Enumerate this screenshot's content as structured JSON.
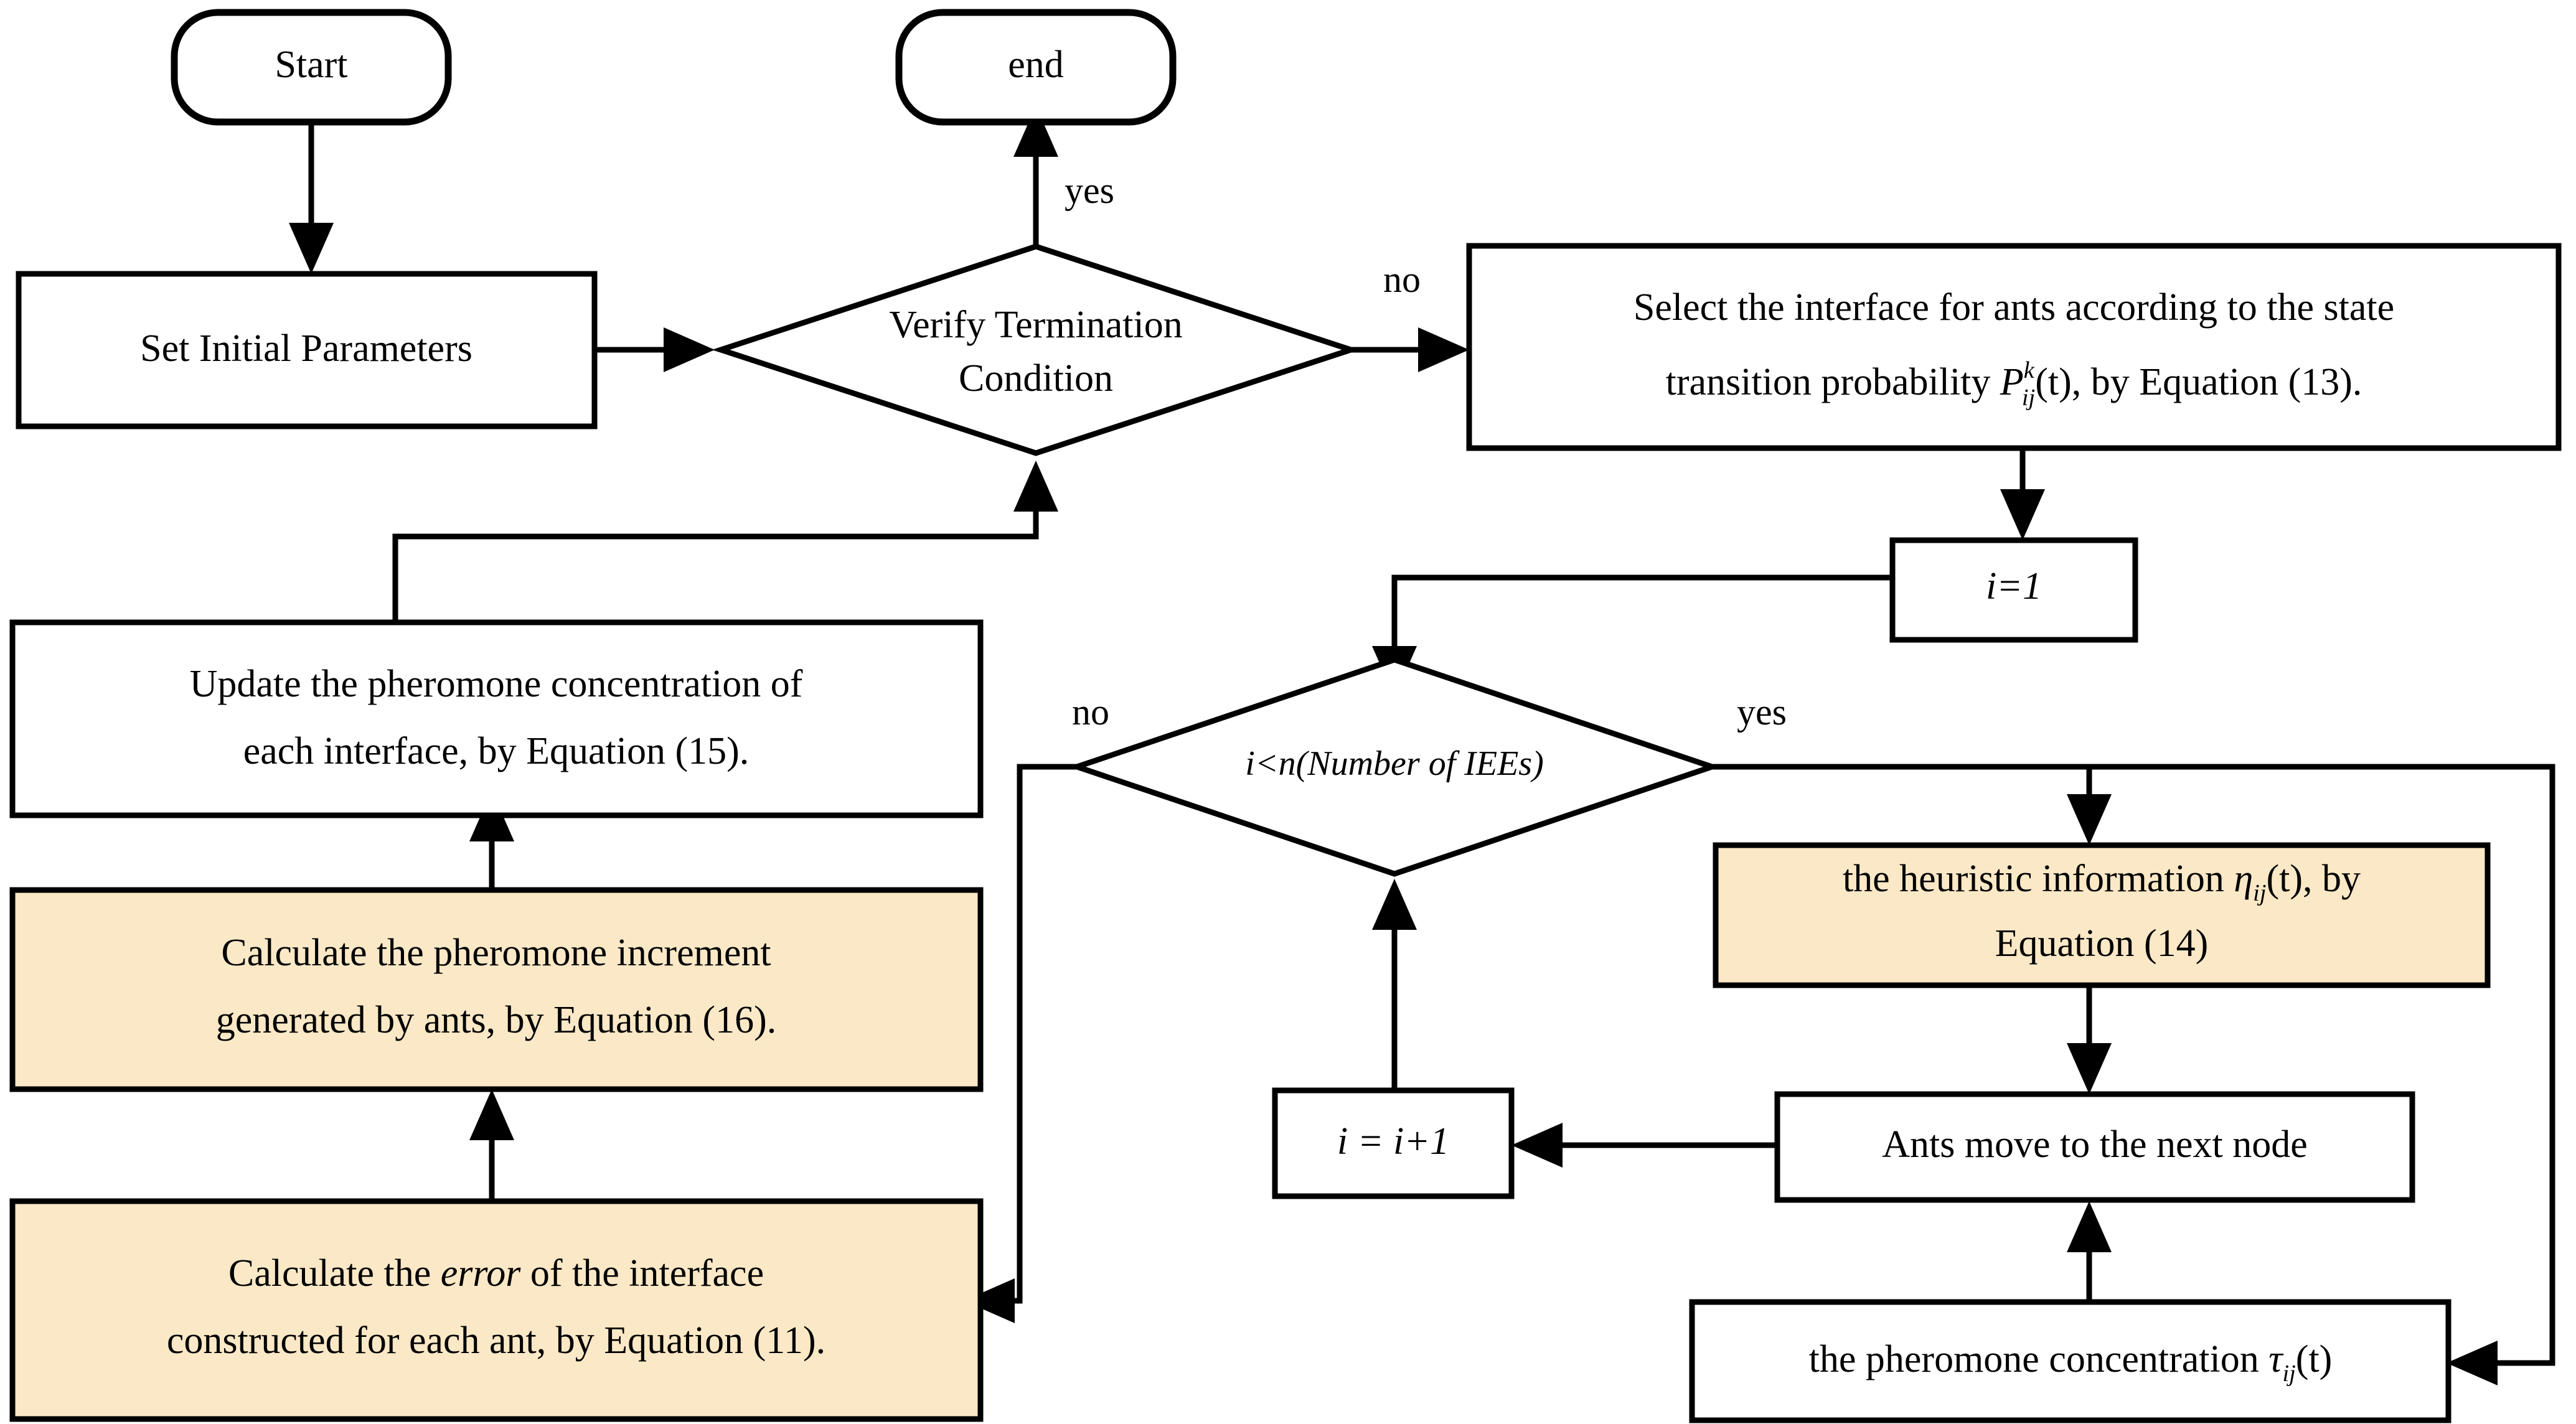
{
  "diagram": {
    "title": "Ant Colony Optimization Flowchart",
    "colors": {
      "accent_fill": "#FBE8C6",
      "node_fill": "#FFFFFF",
      "stroke": "#000000",
      "background": "#FFFFFF"
    }
  },
  "nodes": {
    "start": {
      "label": "Start",
      "shape": "terminator"
    },
    "end": {
      "label": "end",
      "shape": "terminator"
    },
    "set_initial_parameters": {
      "label": "Set Initial Parameters",
      "shape": "process"
    },
    "verify_termination": {
      "line1": "Verify Termination",
      "line2": "Condition",
      "shape": "decision"
    },
    "select_interface": {
      "line1": "Select the interface for ants  according to the state",
      "line2_a": "transition probability  ",
      "line2_var": "P",
      "line2_sup": "k",
      "line2_sub": "ij",
      "line2_b": "(t), by Equation (13).",
      "shape": "process"
    },
    "i_equals_1": {
      "label": "i=1",
      "shape": "process"
    },
    "loop_condition": {
      "label": "i<n(Number of IEEs)",
      "shape": "decision"
    },
    "heuristic_information": {
      "line1_a": "the heuristic information ",
      "line1_var": "η",
      "line1_sub": "ij",
      "line1_b": "(t), by",
      "line2": "Equation (14)",
      "shape": "process",
      "accent": true
    },
    "ants_move": {
      "label": "Ants move to the next node",
      "shape": "process"
    },
    "pheromone_concentration": {
      "label_a": "the pheromone concentration ",
      "label_var": "τ",
      "label_sub": "ij",
      "label_b": "(t)",
      "shape": "process"
    },
    "i_increment": {
      "label": "i = i+1",
      "shape": "process"
    },
    "update_pheromone": {
      "line1": "Update the pheromone concentration of",
      "line2": "each interface, by Equation (15).",
      "shape": "process"
    },
    "calculate_increment": {
      "line1": "Calculate the pheromone increment",
      "line2": "generated by ants, by Equation (16).",
      "shape": "process",
      "accent": true
    },
    "calculate_error": {
      "line1_a": "Calculate the ",
      "line1_it": "error",
      "line1_b": " of the interface",
      "line2": "constructed for each ant, by Equation (11).",
      "shape": "process",
      "accent": true
    }
  },
  "edge_labels": {
    "termination_yes": "yes",
    "termination_no": "no",
    "loop_no": "no",
    "loop_yes": "yes"
  }
}
